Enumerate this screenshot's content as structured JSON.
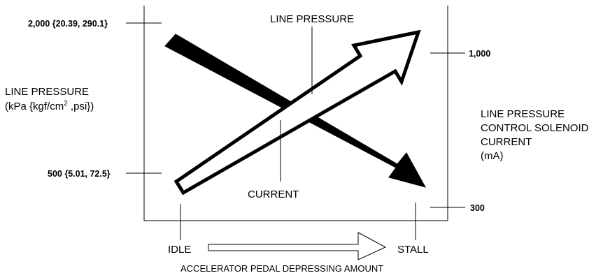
{
  "left_axis": {
    "title_line1": "LINE PRESSURE",
    "title_line2_main": "(kPa {kgf/cm",
    "title_line2_sup": "2",
    "title_line2_end": " ,psi})",
    "tick_high": "2,000 {20.39, 290.1}",
    "tick_low": "500 {5.01, 72.5}"
  },
  "right_axis": {
    "title_lines": [
      "LINE PRESSURE",
      "CONTROL SOLENOID",
      "CURRENT",
      "(mA)"
    ],
    "tick_high": "1,000",
    "tick_low": "300"
  },
  "plot": {
    "pressure_label": "LINE PRESSURE",
    "current_label": "CURRENT"
  },
  "x_axis": {
    "start_label": "IDLE",
    "end_label": "STALL",
    "title": "ACCELERATOR PEDAL DEPRESSING AMOUNT"
  }
}
